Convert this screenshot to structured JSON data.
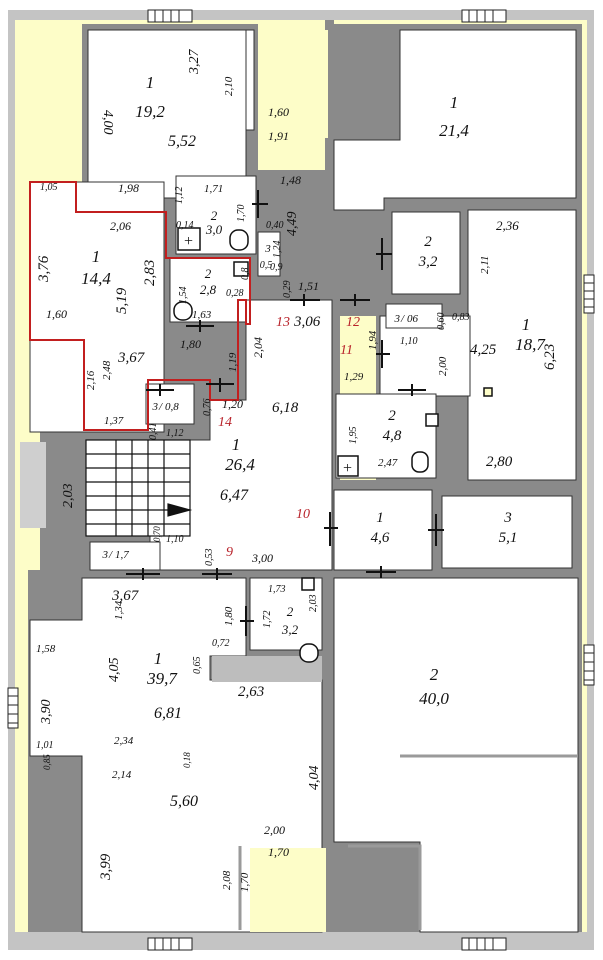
{
  "floor_plan": {
    "colors": {
      "background": "#fdfdc8",
      "wall": "#8a8a8a",
      "room_fill": "#ffffff",
      "highlight_outline": "#c21f1f",
      "number_red": "#b8222a",
      "frame": "#c4c4c4",
      "text": "#111111"
    },
    "rooms": [
      {
        "number": "1",
        "area": "19,2"
      },
      {
        "number": "1",
        "area": "21,4"
      },
      {
        "number": "2",
        "area": "3,0"
      },
      {
        "number": "3",
        "area": "0,5"
      },
      {
        "number": "1",
        "area": "14,4"
      },
      {
        "number": "2",
        "area": "2,8"
      },
      {
        "number": "2",
        "area": "3,2"
      },
      {
        "number": "1",
        "area": "18,7"
      },
      {
        "number": "3",
        "area": "0,8"
      },
      {
        "number": "3",
        "area": "06"
      },
      {
        "number": "2",
        "area": "4,8"
      },
      {
        "number": "1",
        "area": "26,4"
      },
      {
        "number": "1",
        "area": "4,6"
      },
      {
        "number": "3",
        "area": "5,1"
      },
      {
        "number": "3",
        "area": "1,7"
      },
      {
        "number": "2",
        "area": "3,2"
      },
      {
        "number": "1",
        "area": "39,7"
      },
      {
        "number": "2",
        "area": "40,0"
      }
    ],
    "dimensions": [
      "4,00",
      "3,27",
      "2,10",
      "5,52",
      "1,60",
      "1,91",
      "1,98",
      "1,71",
      "1,12",
      "1,48",
      "0,14",
      "1,70",
      "0,40",
      "4,49",
      "1,24",
      "0,9",
      "2,06",
      "1,05",
      "3,76",
      "2,83",
      "5,19",
      "0,29",
      "1,51",
      "3,06",
      "0,8",
      "0,28",
      "1,54",
      "1,63",
      "1,60",
      "1,80",
      "2,04",
      "3,67",
      "2,16",
      "2,48",
      "1,19",
      "1,37",
      "0,76",
      "1,20",
      "1,12",
      "0,41",
      "2,36",
      "2,11",
      "0,60",
      "0,83",
      "1,10",
      "1,94",
      "2,00",
      "4,25",
      "6,23",
      "1,29",
      "1,95",
      "2,47",
      "2,80",
      "6,18",
      "2,03",
      "6,47",
      "0,70",
      "1,10",
      "0,53",
      "3,00",
      "3,67",
      "1,34",
      "1,73",
      "1,80",
      "1,72",
      "2,03",
      "0,72",
      "0,65",
      "1,58",
      "4,05",
      "3,90",
      "2,63",
      "6,81",
      "1,01",
      "0,85",
      "2,34",
      "0,18",
      "2,14",
      "5,60",
      "4,04",
      "3,99",
      "2,00",
      "1,70",
      "2,08",
      "1,70"
    ],
    "markers": [
      "13",
      "12",
      "11",
      "14",
      "10",
      "9"
    ]
  }
}
